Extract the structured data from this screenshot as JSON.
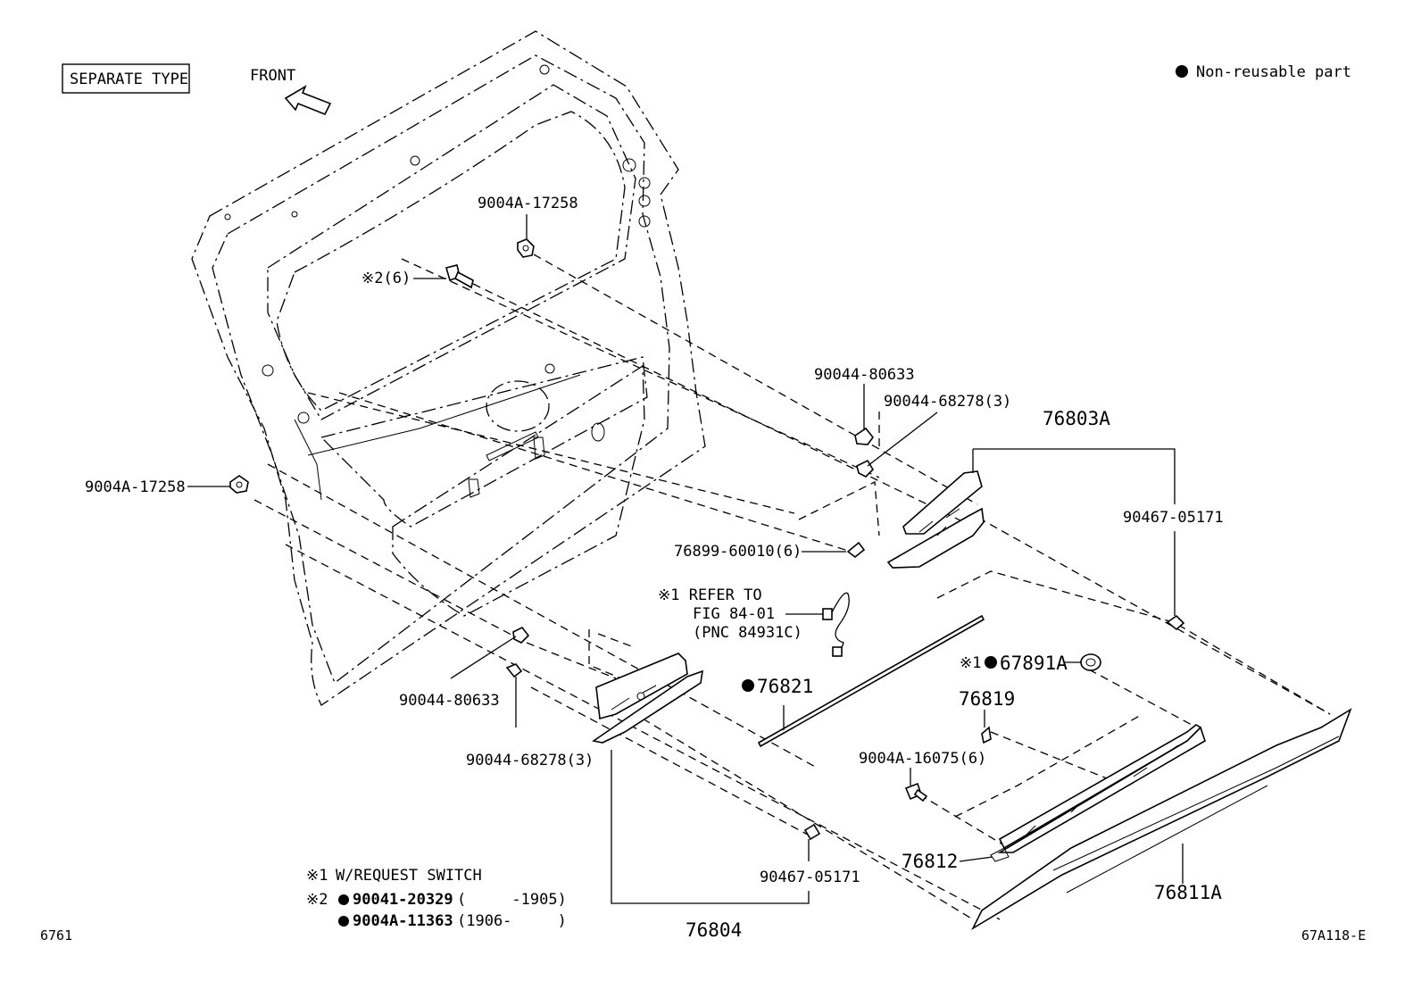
{
  "header": {
    "separate_type": "SEPARATE TYPE",
    "front": "FRONT",
    "legend_text": "Non-reusable part"
  },
  "labels": {
    "p9004A_17258_top": "9004A-17258",
    "note2_6": "※2(6)",
    "p9004A_17258_left": "9004A-17258",
    "p90044_80633_top": "90044-80633",
    "p90044_68278_top": "90044-68278(3)",
    "p76803A": "76803A",
    "p90467_05171_right": "90467-05171",
    "p76899_60010": "76899-60010(6)",
    "refer_line1": "※1 REFER TO",
    "refer_line2": "FIG 84-01",
    "refer_line3": "(PNC 84931C)",
    "p67891A_prefix": "※1",
    "p67891A": "67891A",
    "p76821": "76821",
    "p76819": "76819",
    "p9004A_16075": "9004A-16075(6)",
    "p90044_80633_bottom": "90044-80633",
    "p90044_68278_bottom": "90044-68278(3)",
    "p90467_05171_bottom": "90467-05171",
    "p76812": "76812",
    "p76811A": "76811A",
    "p76804": "76804"
  },
  "notes": {
    "note1_mark": "※1",
    "note1_text": "W/REQUEST SWITCH",
    "note2_mark": "※2",
    "note2_part1": "90041-20329",
    "note2_range1": "(     -1905)",
    "note2_part2": "9004A-11363",
    "note2_range2": "(1906-     )"
  },
  "footer": {
    "left_code": "6761",
    "right_code": "67A118-E"
  }
}
